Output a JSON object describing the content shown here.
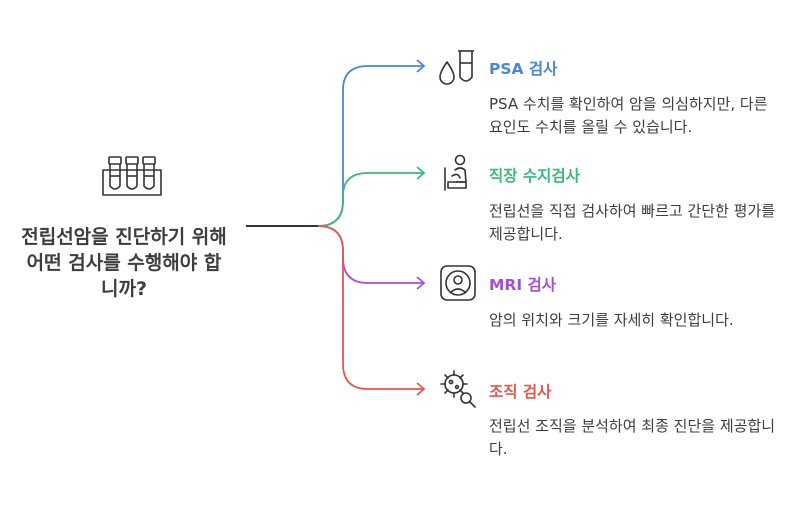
{
  "question": "전립선암을 진단하기 위해 어떤 검사를 수행해야 합니까?",
  "icons": {
    "center": "test-tubes-icon",
    "branch_0": "test-tube-drop-icon",
    "branch_1": "patient-exam-icon",
    "branch_2": "mri-scanner-icon",
    "branch_3": "cell-magnifier-icon"
  },
  "branches": [
    {
      "title": "PSA 검사",
      "description": "PSA 수치를 확인하여 암을 의심하지만, 다른 요인도 수치를 올릴 수 있습니다.",
      "color": "#4a86d4"
    },
    {
      "title": "직장 수지검사",
      "description": "전립선을 직접 검사하여 빠르고 간단한 평가를 제공합니다.",
      "color": "#3db87a"
    },
    {
      "title": "MRI 검사",
      "description": "암의 위치와 크기를 자세히 확인합니다.",
      "color": "#a74fd1"
    },
    {
      "title": "조직 검사",
      "description": "전립선 조직을 분석하여 최종 진단을 제공합니다.",
      "color": "#e0584f"
    }
  ]
}
